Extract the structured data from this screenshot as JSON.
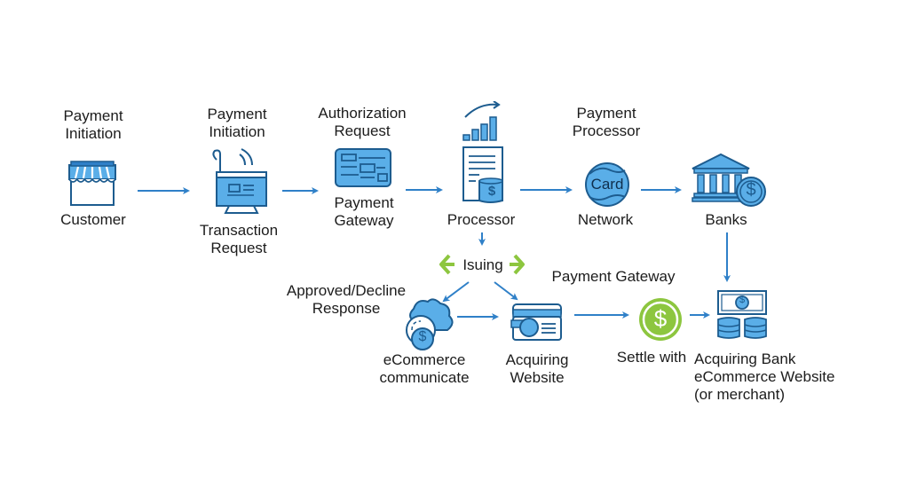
{
  "colors": {
    "primary_blue": "#2f80c8",
    "fill_blue": "#5aaee8",
    "dark_outline": "#1d5c8f",
    "accent_green": "#8dc63f",
    "text": "#1c1c1c"
  },
  "nodes": [
    {
      "id": "customer",
      "icon": "storefront-icon",
      "top_label": "Payment\nInitiation",
      "bottom_label": "Customer"
    },
    {
      "id": "transaction",
      "icon": "pos-terminal-icon",
      "top_label": "Payment\nInitiation",
      "bottom_label": "Transaction\nRequest"
    },
    {
      "id": "gateway",
      "icon": "payment-form-icon",
      "top_label": "Authorization\nRequest",
      "bottom_label": "Payment\nGateway"
    },
    {
      "id": "processor",
      "icon": "invoice-chart-icon",
      "top_label": "",
      "bottom_label": "Processor"
    },
    {
      "id": "network",
      "icon": "card-globe-icon",
      "icon_text": "Card",
      "top_label": "Payment\nProcessor",
      "bottom_label": "Network"
    },
    {
      "id": "banks",
      "icon": "bank-dollar-icon",
      "top_label": "",
      "bottom_label": "Banks"
    },
    {
      "id": "issuing",
      "icon": "chevrons-icon",
      "label": "Isuing"
    },
    {
      "id": "ecommerce",
      "icon": "cloud-coins-icon",
      "top_label": "Approved/Decline\nResponse",
      "bottom_label": "eCommerce\ncommunicate"
    },
    {
      "id": "acquiring",
      "icon": "card-website-icon",
      "top_label": "",
      "bottom_label": "Acquiring\nWebsite"
    },
    {
      "id": "settle",
      "icon": "dollar-coin-icon",
      "top_label": "Payment Gateway",
      "bottom_label": "Settle with"
    },
    {
      "id": "acquiring_bank",
      "icon": "cash-stack-icon",
      "top_label": "",
      "bottom_label": "Acquiring Bank\neCommerce Website\n(or merchant)"
    }
  ],
  "labels": {
    "customer_top1": "Payment",
    "customer_top2": "Initiation",
    "customer_bottom": "Customer",
    "transaction_top1": "Payment",
    "transaction_top2": "Initiation",
    "transaction_bottom1": "Transaction",
    "transaction_bottom2": "Request",
    "gateway_top1": "Authorization",
    "gateway_top2": "Request",
    "gateway_bottom1": "Payment",
    "gateway_bottom2": "Gateway",
    "processor_bottom": "Processor",
    "network_top1": "Payment",
    "network_top2": "Processor",
    "network_icon_text": "Card",
    "network_bottom": "Network",
    "banks_bottom": "Banks",
    "issuing": "Isuing",
    "ecommerce_top1": "Approved/Decline",
    "ecommerce_top2": "Response",
    "ecommerce_bottom1": "eCommerce",
    "ecommerce_bottom2": "communicate",
    "acquiring_bottom1": "Acquiring",
    "acquiring_bottom2": "Website",
    "settle_top": "Payment Gateway",
    "settle_bottom": "Settle with",
    "acqbank_bottom1": "Acquiring Bank",
    "acqbank_bottom2": "eCommerce Website",
    "acqbank_bottom3": "(or merchant)",
    "dollar": "$"
  },
  "edges": [
    {
      "from": "customer",
      "to": "transaction"
    },
    {
      "from": "transaction",
      "to": "gateway"
    },
    {
      "from": "gateway",
      "to": "processor"
    },
    {
      "from": "processor",
      "to": "network"
    },
    {
      "from": "network",
      "to": "banks"
    },
    {
      "from": "processor",
      "to": "issuing"
    },
    {
      "from": "issuing",
      "to": "ecommerce"
    },
    {
      "from": "issuing",
      "to": "acquiring"
    },
    {
      "from": "ecommerce",
      "to": "acquiring"
    },
    {
      "from": "acquiring",
      "to": "settle"
    },
    {
      "from": "settle",
      "to": "acquiring_bank"
    },
    {
      "from": "banks",
      "to": "acquiring_bank"
    }
  ]
}
